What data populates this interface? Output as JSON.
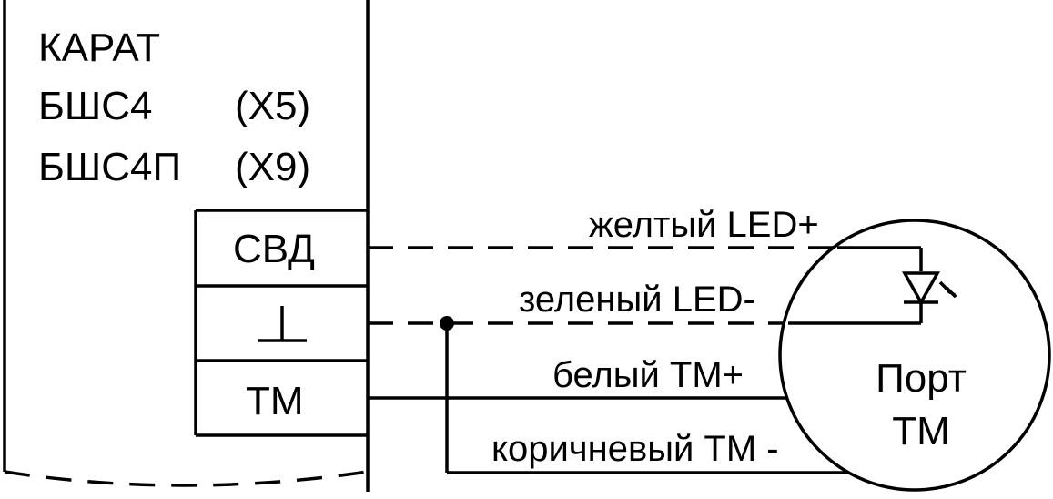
{
  "device": {
    "name": "КАРАТ",
    "models": [
      {
        "name": "БШС4",
        "connector": "(X5)"
      },
      {
        "name": "БШС4П",
        "connector": "(X9)"
      }
    ]
  },
  "terminals": {
    "svd": "СВД",
    "tm": "ТМ"
  },
  "wires": {
    "yellow": "желтый  LED+",
    "green": "зеленый  LED-",
    "white": "белый  TM+",
    "brown": "коричневый  TM -"
  },
  "port": {
    "line1": "Порт",
    "line2": "ТМ"
  }
}
